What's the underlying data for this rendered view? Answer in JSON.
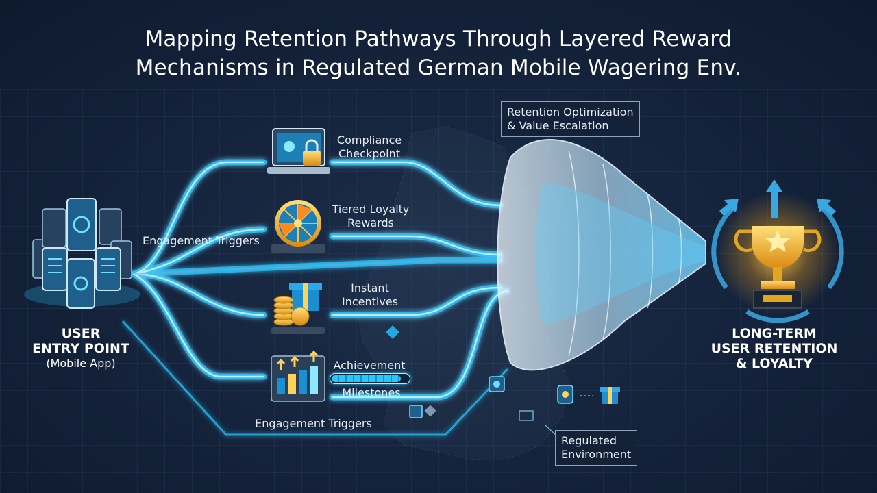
{
  "title": {
    "line1": "Mapping Retention Pathways Through Layered Reward",
    "line2": "Mechanisms in Regulated German Mobile Wagering Env."
  },
  "entry": {
    "line1": "USER",
    "line2": "ENTRY POINT",
    "line3": "(Mobile App)"
  },
  "engagement_triggers_label": "Engagement Triggers",
  "bottom_triggers_label": "Engagement Triggers",
  "stages": {
    "compliance": {
      "line1": "Compliance",
      "line2": "Checkpoint"
    },
    "loyalty": {
      "line1": "Tiered Loyalty",
      "line2": "Rewards"
    },
    "incentives": {
      "line1": "Instant",
      "line2": "Incentives"
    },
    "achievement": {
      "line1": "Achievement",
      "line2": "Milestones",
      "progress": 0.9
    }
  },
  "funnel_label": {
    "line1": "Retention Optimization",
    "line2": "& Value Escalation"
  },
  "regulated_label": {
    "line1": "Regulated",
    "line2": "Environment"
  },
  "outcome": {
    "line1": "LONG-TERM",
    "line2": "USER RETENTION",
    "line3": "& LOYALTY"
  },
  "icons": [
    "smartphones-icon",
    "laptop-lock-icon",
    "prize-wheel-icon",
    "coins-gift-icon",
    "bar-chart-icon",
    "funnel-icon",
    "trophy-icon",
    "map-icon",
    "gift-icon"
  ],
  "colors": {
    "background": "#14223a",
    "neon": "#27c7ff",
    "neon_core": "#bdf2ff",
    "gold": "#f2b422",
    "text": "#e6edf5"
  }
}
